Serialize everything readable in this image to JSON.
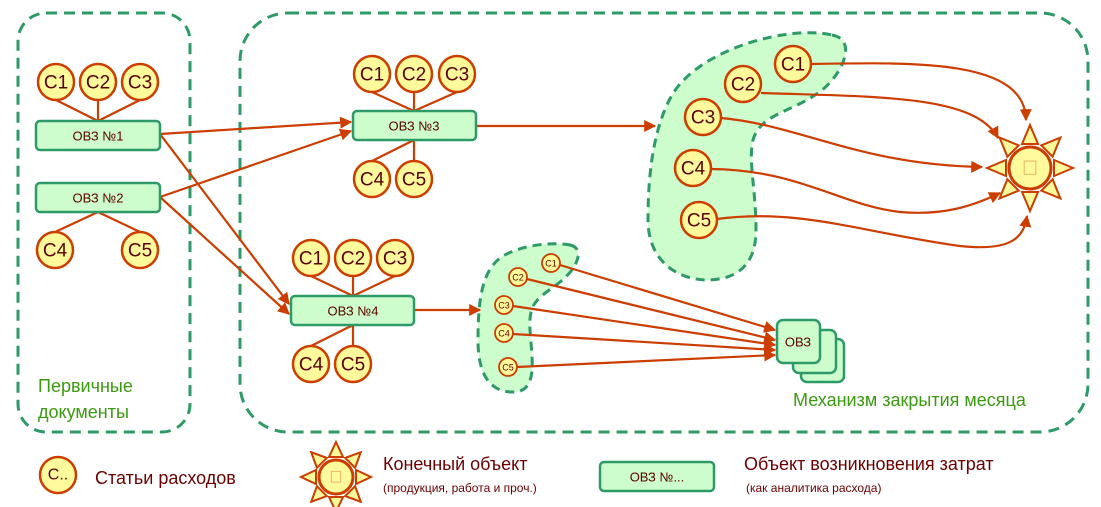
{
  "colors": {
    "frame": "#2e9a68",
    "zone_fill": "#cdfccd",
    "connector": "#cc3d00",
    "cost_fill": "#fffb9c",
    "text_dark": "#5a0000",
    "group_label": "#3a9a10"
  },
  "groups": {
    "primary_docs": {
      "line1": "Первичные",
      "line2": "документы"
    },
    "month_close": {
      "label": "Механизм закрытия месяца"
    }
  },
  "cost_objects": {
    "ovz1": "ОВЗ №1",
    "ovz2": "ОВЗ №2",
    "ovz3": "ОВЗ №3",
    "ovz4": "ОВЗ №4",
    "stack": "ОВЗ"
  },
  "cost_items": {
    "c1": "С1",
    "c2": "С2",
    "c3": "С3",
    "c4": "С4",
    "c5": "С5"
  },
  "final_object": {
    "icon": "sun-icon",
    "square_icon": "square-icon"
  },
  "legend": {
    "cost_item": {
      "symbol": "С..",
      "title": "Статьи расходов"
    },
    "final_object": {
      "title": "Конечный объект",
      "subtitle": "(продукция, работа и проч.)"
    },
    "ovz": {
      "symbol": "ОВЗ №...",
      "title": "Объект возникновения затрат",
      "subtitle": "(как аналитика расхода)"
    }
  },
  "edges": [
    {
      "from": "ОВЗ №1",
      "to": "ОВЗ №3"
    },
    {
      "from": "ОВЗ №1",
      "to": "ОВЗ №4"
    },
    {
      "from": "ОВЗ №2",
      "to": "ОВЗ №3"
    },
    {
      "from": "ОВЗ №2",
      "to": "ОВЗ №4"
    },
    {
      "from": "ОВЗ №3",
      "to": "cost-items-zone-large"
    },
    {
      "from": "ОВЗ №4",
      "to": "cost-items-zone-small"
    },
    {
      "from": "cost-items-zone-large",
      "to": "final-object"
    },
    {
      "from": "cost-items-zone-small",
      "to": "ОВЗ"
    }
  ]
}
